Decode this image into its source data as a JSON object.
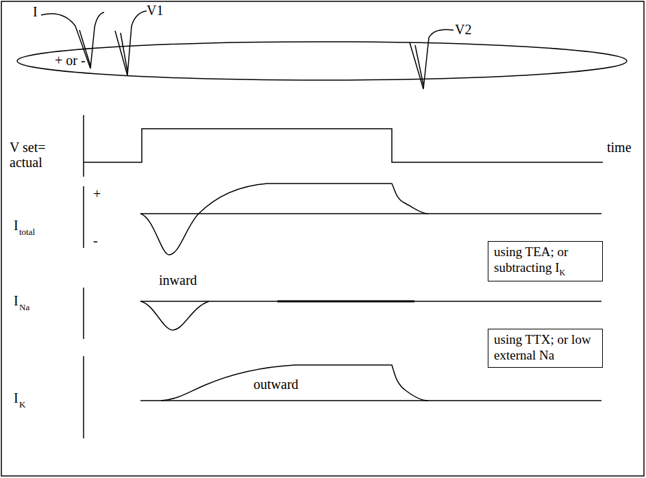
{
  "diagram": {
    "nodes": [
      {
        "text": [
          "+ or -"
        ]
      },
      {
        "text": [
          "using TEA; or subtracting I",
          "K"
        ]
      },
      {
        "text": [
          "using TTX; or low external Na"
        ]
      }
    ],
    "labels": [
      "I",
      "V1",
      "V2",
      "V set= actual",
      "time",
      "I",
      "total",
      "+",
      "-",
      "I",
      "Na",
      "inward",
      "I",
      "K",
      "outward"
    ]
  }
}
